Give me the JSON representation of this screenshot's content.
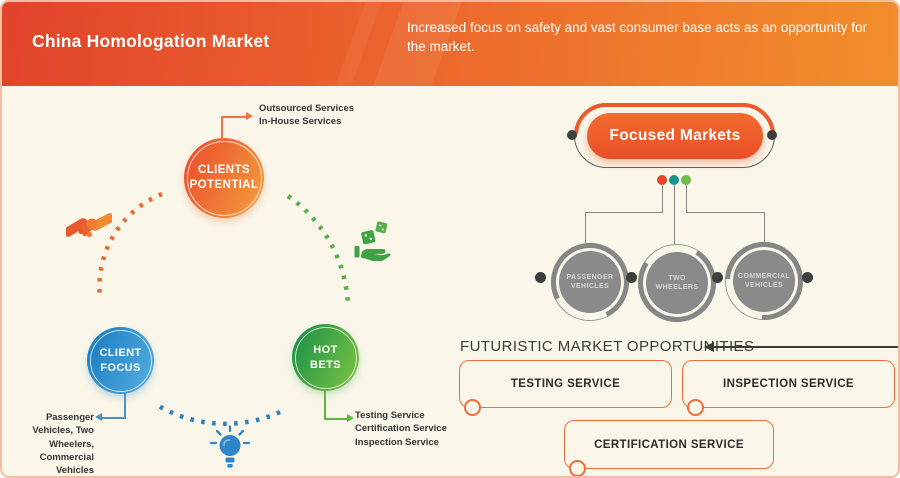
{
  "header": {
    "title": "China Homologation Market",
    "subtitle": "Increased focus on safety and vast consumer base acts as an opportunity for the market."
  },
  "cycle": {
    "nodes": [
      {
        "label": "CLIENTS\nPOTENTIAL",
        "annotation": "Outsourced Services\nIn-House Services"
      },
      {
        "label": "CLIENT\nFOCUS",
        "annotation": "Passenger Vehicles, Two\nWheelers,\nCommercial Vehicles"
      },
      {
        "label": "HOT\nBETS",
        "annotation": "Testing Service\nCertification Service\nInspection Service"
      }
    ],
    "icons": [
      "handshake-icon",
      "hand-dice-icon",
      "lightbulb-icon"
    ]
  },
  "focused_markets": {
    "title": "Focused Markets",
    "segments": [
      {
        "label": "PASSENGER\nVEHICLES"
      },
      {
        "label": "TWO\nWHEELERS"
      },
      {
        "label": "COMMERCIAL\nVEHICLES"
      }
    ]
  },
  "opportunities": {
    "heading": "FUTURISTIC MARKET OPPORTUNITIES",
    "items": [
      {
        "label": "TESTING SERVICE"
      },
      {
        "label": "INSPECTION SERVICE"
      },
      {
        "label": "CERTIFICATION SERVICE"
      }
    ]
  },
  "colors": {
    "header_gradient_start": "#E1432B",
    "header_gradient_end": "#F28E2B",
    "accent_orange": "#EE5A2B",
    "accent_blue": "#2E86C8",
    "accent_green": "#55B04B",
    "segment_gray": "#8A8A8A",
    "background_cream": "#FAF7EA",
    "card_border_peach": "#F5BDA0",
    "dot_red": "#E8452F",
    "dot_teal": "#17948A",
    "dot_green": "#6CBE45"
  }
}
